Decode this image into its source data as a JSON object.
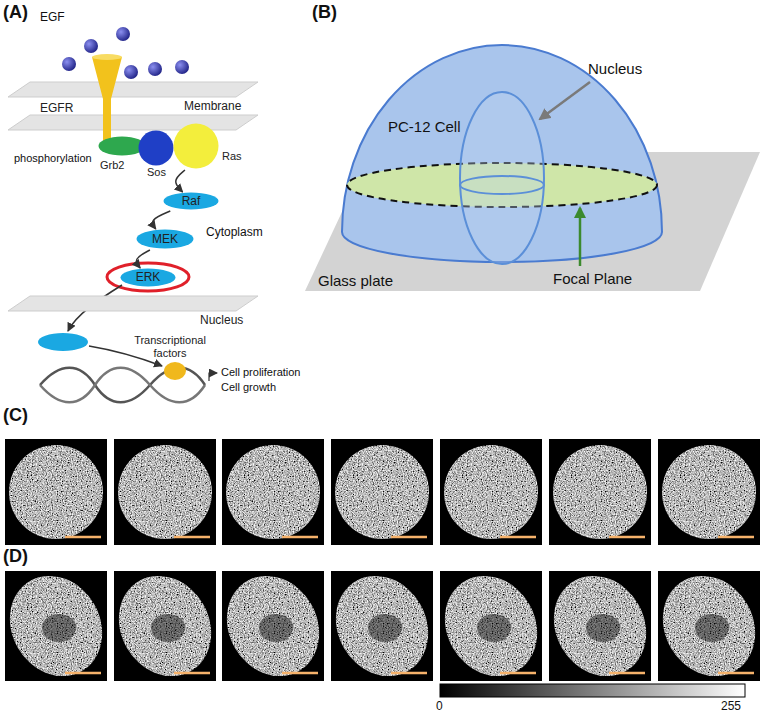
{
  "diagram": {
    "nodes": [
      {
        "text": [
          "Membrane"
        ]
      },
      {
        "text": [
          "EGFR"
        ]
      },
      {
        "text": [
          "Grb2"
        ]
      },
      {
        "text": [
          "Sos"
        ]
      },
      {
        "text": [
          "Ras"
        ]
      },
      {
        "text": [
          "Raf"
        ]
      },
      {
        "text": [
          "MEK"
        ]
      },
      {
        "text": [
          "ERK"
        ]
      },
      {
        "text": [
          "Nucleus"
        ]
      },
      {
        "text": [
          "Transcriptional factors"
        ]
      }
    ],
    "edges": [
      {
        "from": 4,
        "to": 5,
        "arrow": "to"
      },
      {
        "from": 5,
        "to": 6,
        "arrow": "to"
      },
      {
        "from": 6,
        "to": 7,
        "arrow": "to"
      }
    ],
    "labels": [
      "(A)",
      "EGF",
      "phosphorylation",
      "Cytoplasm",
      "Cell proliferation",
      "Cell growth",
      "(B)",
      "PC-12 Cell",
      "Nucleus",
      "Focal Plane",
      "Glass plate",
      "(C)",
      "(D)",
      "0",
      "255"
    ]
  }
}
